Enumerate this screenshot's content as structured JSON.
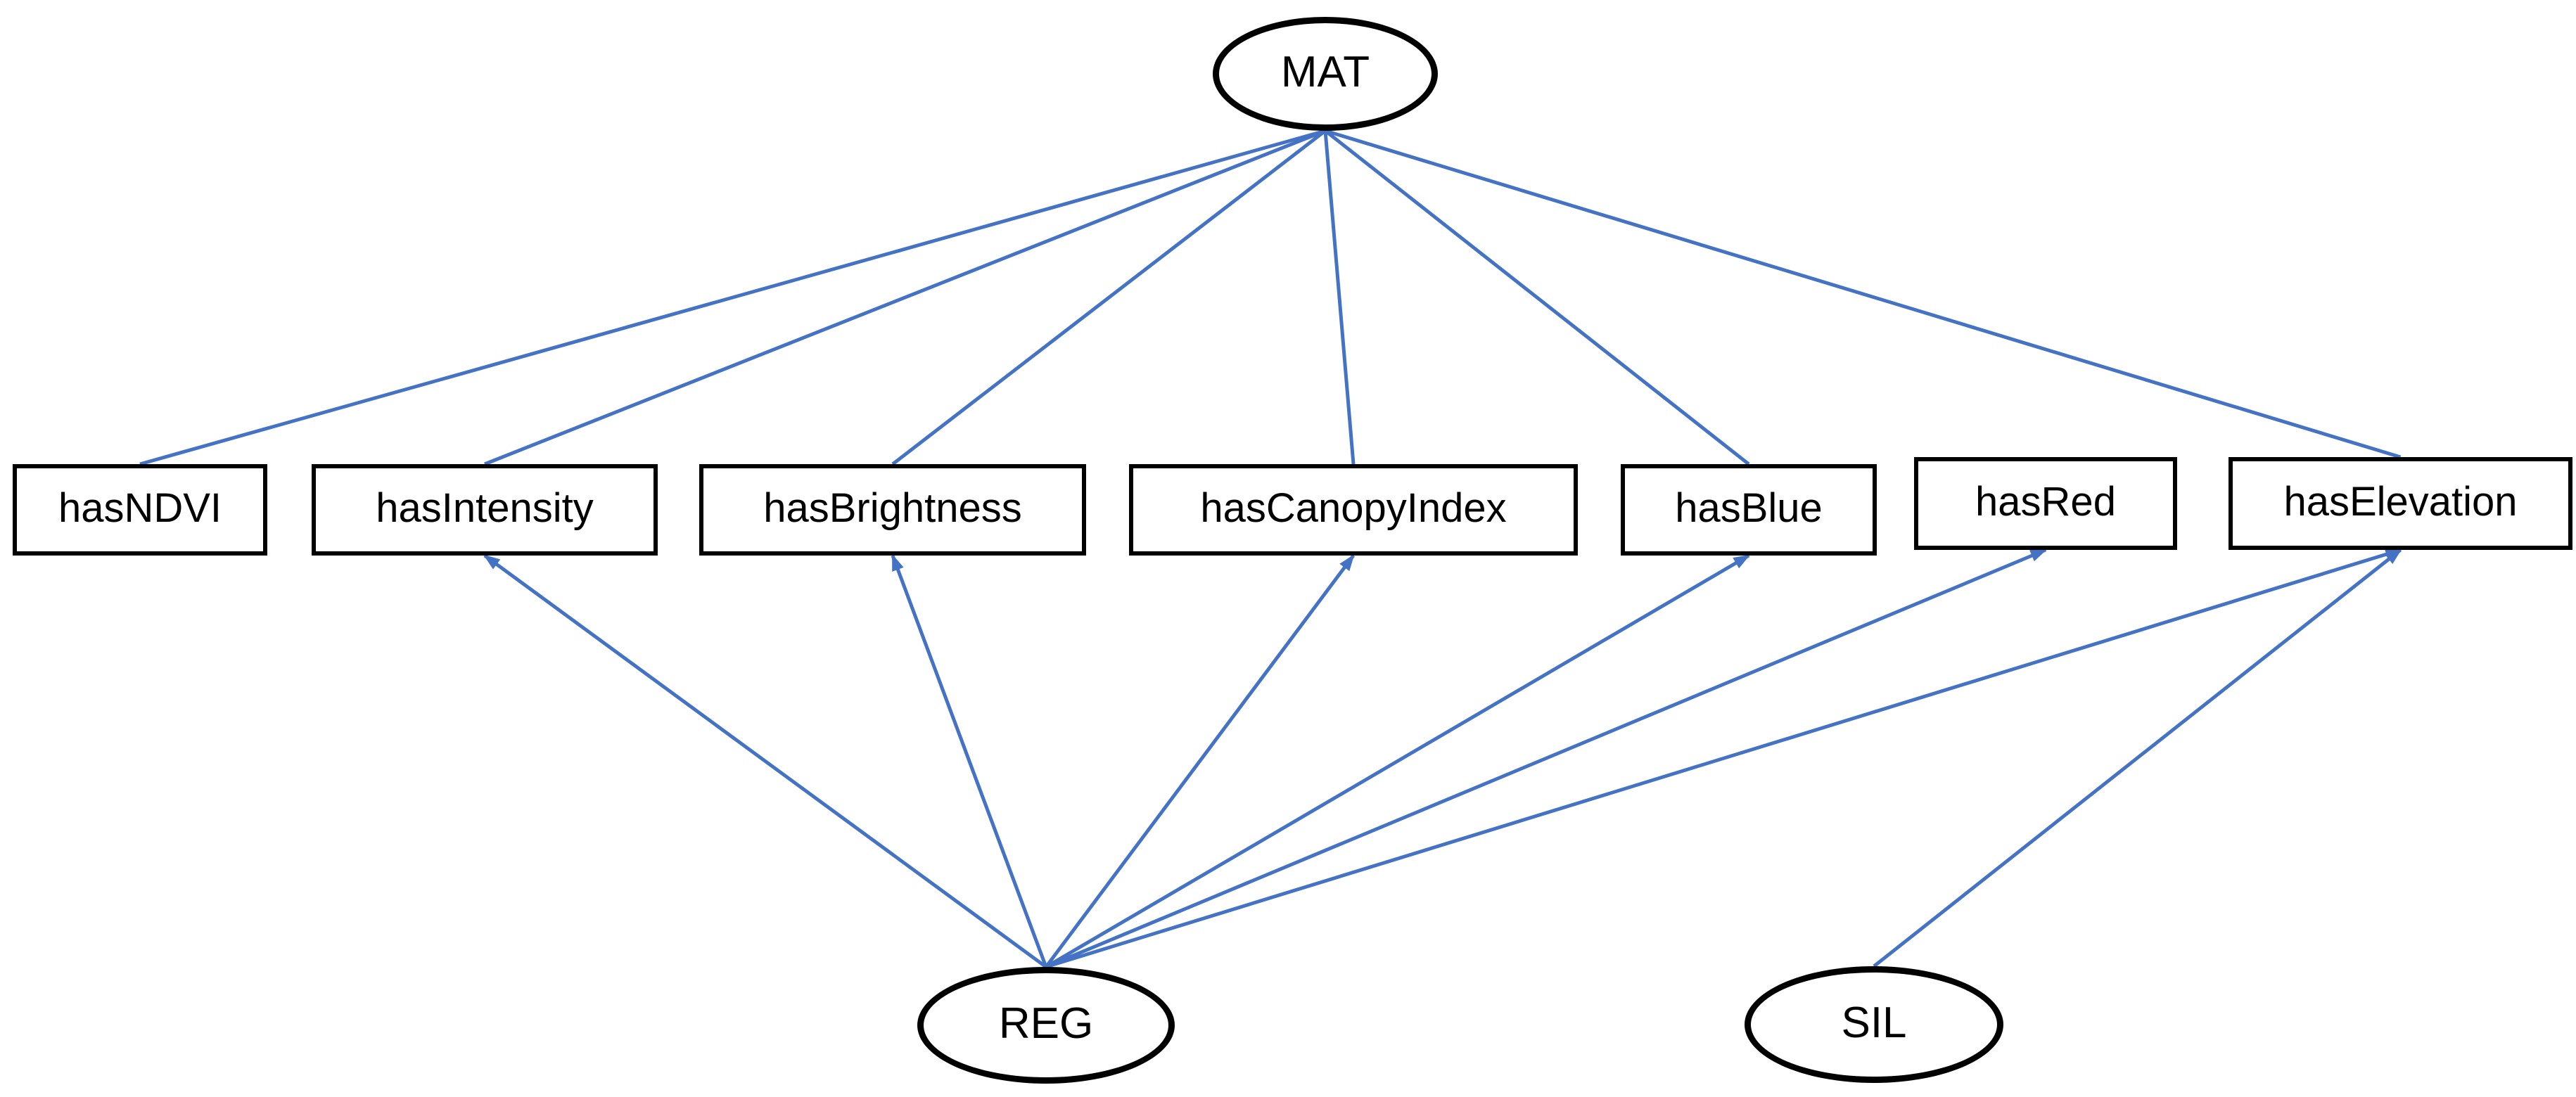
{
  "diagram": {
    "type": "ontology-graph",
    "colors": {
      "edge": "#4472C4",
      "node_border": "#000000",
      "text": "#000000",
      "background": "#ffffff"
    },
    "nodes": {
      "mat": {
        "label": "MAT",
        "shape": "ellipse"
      },
      "hasNDVI": {
        "label": "hasNDVI",
        "shape": "rect"
      },
      "hasIntensity": {
        "label": "hasIntensity",
        "shape": "rect"
      },
      "hasBrightness": {
        "label": "hasBrightness",
        "shape": "rect"
      },
      "hasCanopyIndex": {
        "label": "hasCanopyIndex",
        "shape": "rect"
      },
      "hasBlue": {
        "label": "hasBlue",
        "shape": "rect"
      },
      "hasRed": {
        "label": "hasRed",
        "shape": "rect"
      },
      "hasElevation": {
        "label": "hasElevation",
        "shape": "rect"
      },
      "reg": {
        "label": "REG",
        "shape": "ellipse"
      },
      "sil": {
        "label": "SIL",
        "shape": "ellipse"
      }
    },
    "edges": [
      {
        "from": "mat",
        "to": "hasNDVI",
        "arrow": false
      },
      {
        "from": "mat",
        "to": "hasIntensity",
        "arrow": false
      },
      {
        "from": "mat",
        "to": "hasBrightness",
        "arrow": false
      },
      {
        "from": "mat",
        "to": "hasCanopyIndex",
        "arrow": false
      },
      {
        "from": "mat",
        "to": "hasBlue",
        "arrow": false
      },
      {
        "from": "mat",
        "to": "hasElevation",
        "arrow": false
      },
      {
        "from": "reg",
        "to": "hasIntensity",
        "arrow": true
      },
      {
        "from": "reg",
        "to": "hasBrightness",
        "arrow": true
      },
      {
        "from": "reg",
        "to": "hasCanopyIndex",
        "arrow": true
      },
      {
        "from": "reg",
        "to": "hasBlue",
        "arrow": true
      },
      {
        "from": "reg",
        "to": "hasRed",
        "arrow": true
      },
      {
        "from": "reg",
        "to": "hasElevation",
        "arrow": true
      },
      {
        "from": "sil",
        "to": "hasElevation",
        "arrow": true
      }
    ]
  }
}
